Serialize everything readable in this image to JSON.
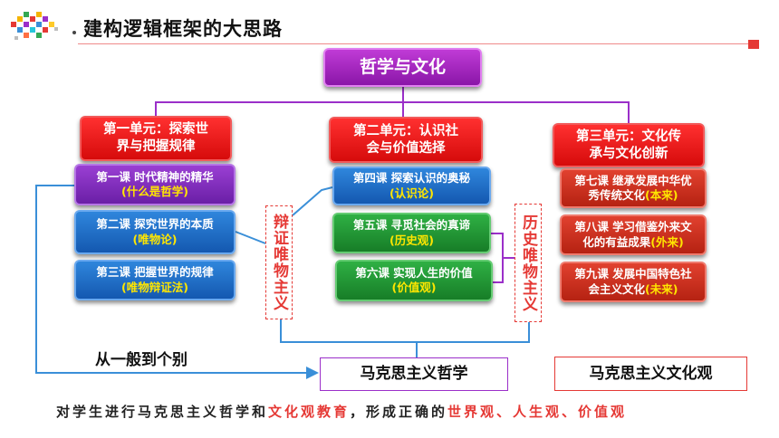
{
  "header": {
    "title": "建构逻辑框架的大思路"
  },
  "root": "哲学与文化",
  "units": [
    {
      "line1": "第一单元：探索世",
      "line2": "界与把握规律"
    },
    {
      "line1": "第二单元：认识社",
      "line2": "会与价值选择"
    },
    {
      "line1": "第三单元：文化传",
      "line2": "承与文化创新"
    }
  ],
  "lessons": [
    {
      "title": "第一课 时代精神的精华",
      "sub": "(什么是哲学)"
    },
    {
      "title": "第二课 探究世界的本质",
      "sub": "(唯物论)"
    },
    {
      "title": "第三课 把握世界的规律",
      "sub": "(唯物辩证法)"
    },
    {
      "title": "第四课 探索认识的奥秘",
      "sub": "(认识论)"
    },
    {
      "title": "第五课 寻觅社会的真谛",
      "sub": "(历史观)"
    },
    {
      "title": "第六课 实现人生的价值",
      "sub": "(价值观)"
    },
    {
      "title": "第七课 继承发展中华优",
      "title2": "秀传统文化",
      "sub": "(本来)"
    },
    {
      "title": "第八课 学习借鉴外来文",
      "title2": "化的有益成果",
      "sub": "(外来)"
    },
    {
      "title": "第九课 发展中国特色社",
      "title2": "会主义文化",
      "sub": "(未来)"
    }
  ],
  "labels": {
    "dialectical": "辩证唯物主义",
    "historical": "历史唯物主义",
    "general_to_specific": "从一般到个别"
  },
  "outcomes": {
    "philosophy": "马克思主义哲学",
    "culture": "马克思主义文化观"
  },
  "footer": {
    "part1": "对学生进行马克思主义哲学和",
    "part2": "文化观教育",
    "part3": "，形成正确的",
    "part4": "世界观、人生观、价值观"
  },
  "colors": {
    "accent_red": "#e53935",
    "root_purple": "#8a16a8",
    "connector_blue": "#3a8fd8"
  }
}
